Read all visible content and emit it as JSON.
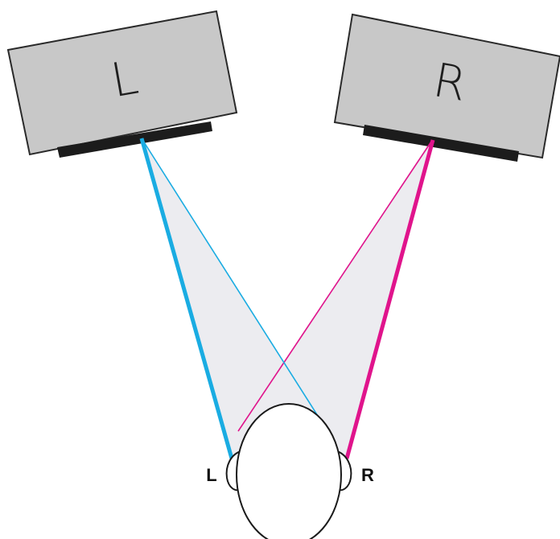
{
  "speakers": {
    "left": {
      "label": "L"
    },
    "right": {
      "label": "R"
    }
  },
  "listener": {
    "left_ear_label": "L",
    "right_ear_label": "R"
  },
  "colors": {
    "speaker_face": "#c8c8c8",
    "speaker_outline": "#2a2a2a",
    "speaker_driver": "#1c1c1c",
    "left_channel": "#1aace2",
    "right_channel": "#e0148c",
    "sound_cone": "#ececf0",
    "head_outline": "#1a1a1a",
    "head_fill": "#ffffff"
  },
  "icons": [
    "speaker-icon",
    "head-icon",
    "ear-icon"
  ]
}
